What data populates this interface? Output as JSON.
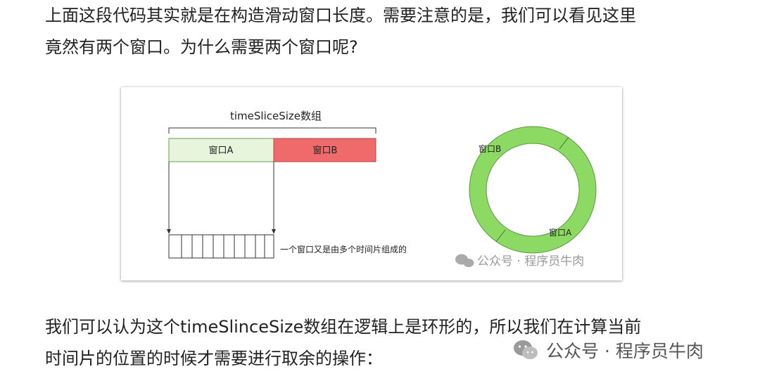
{
  "paragraph1": {
    "line1": "上面这段代码其实就是在构造滑动窗口长度。需要注意的是，我们可以看见这里",
    "line2": "竟然有两个窗口。为什么需要两个窗口呢?"
  },
  "figure": {
    "array_label": "timeSliceSize数组",
    "window_a": "窗口A",
    "window_b": "窗口B",
    "slices_caption": "一个窗口又是由多个时间片组成的",
    "ring_label_b": "窗口B",
    "ring_label_a": "窗口A",
    "watermark": "公众号 · 程序员牛肉",
    "colors": {
      "window_a": "#e6f5dc",
      "window_b": "#ef6b6b",
      "ring": "#8cd964"
    }
  },
  "paragraph2": {
    "line1": "我们可以认为这个timeSlinceSize数组在逻辑上是环形的，所以我们在计算当前",
    "line2": "时间片的位置的时候才需要进行取余的操作："
  },
  "watermark": {
    "text": "公众号 · 程序员牛肉",
    "icon": "wechat-icon"
  }
}
